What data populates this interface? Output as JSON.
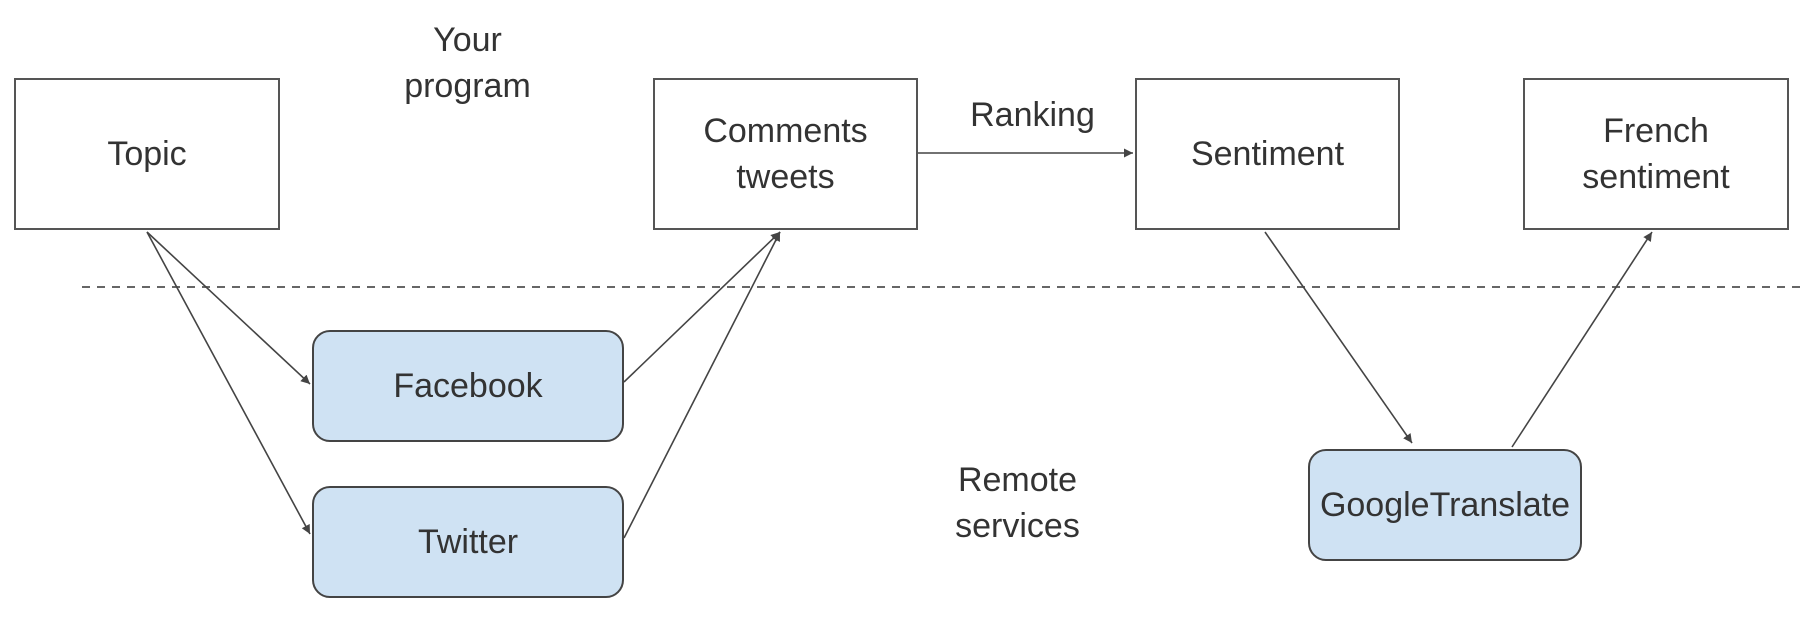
{
  "zones": {
    "local": "Your\nprogram",
    "remote": "Remote\nservices"
  },
  "nodes": {
    "topic": "Topic",
    "comments": "Comments\ntweets",
    "sentiment": "Sentiment",
    "french": "French\nsentiment",
    "facebook": "Facebook",
    "twitter": "Twitter",
    "google": "GoogleTranslate"
  },
  "edges": {
    "ranking": "Ranking"
  },
  "colors": {
    "remote_fill": "#cfe2f3",
    "line": "#444444"
  }
}
